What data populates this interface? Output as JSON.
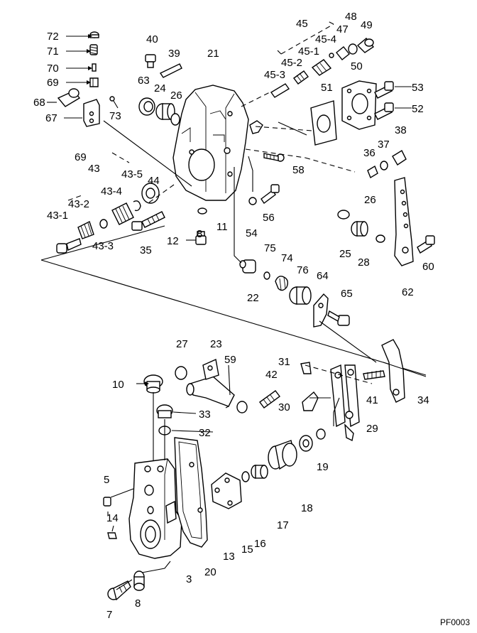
{
  "diagram": {
    "reference_code": "PF0003",
    "callouts": [
      "72",
      "71",
      "70",
      "69",
      "68",
      "67",
      "73",
      "40",
      "39",
      "21",
      "63",
      "24",
      "26",
      "45",
      "48",
      "47",
      "49",
      "45-4",
      "45-1",
      "45-2",
      "45-3",
      "50",
      "51",
      "53",
      "52",
      "38",
      "37",
      "36",
      "58",
      "69",
      "43",
      "43-5",
      "44",
      "43-4",
      "43-2",
      "43-1",
      "43-3",
      "35",
      "12",
      "8",
      "11",
      "54",
      "56",
      "26",
      "25",
      "28",
      "60",
      "62",
      "75",
      "74",
      "76",
      "64",
      "65",
      "22",
      "27",
      "23",
      "59",
      "10",
      "33",
      "32",
      "42",
      "31",
      "41",
      "34",
      "30",
      "29",
      "19",
      "18",
      "17",
      "16",
      "15",
      "13",
      "5",
      "14",
      "3",
      "20",
      "7",
      "8"
    ]
  }
}
